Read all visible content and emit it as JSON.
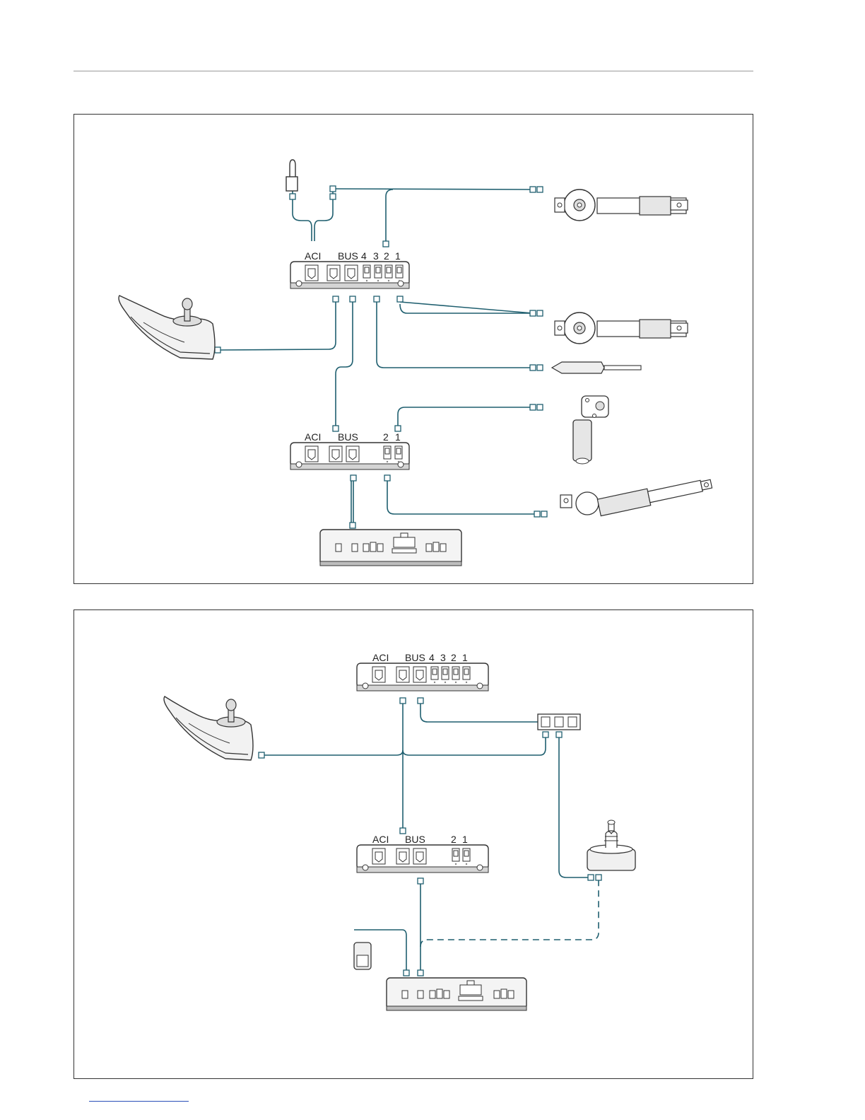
{
  "colors": {
    "cable": "#1f5f6f",
    "outline": "#333333",
    "fill_light": "#e6e6e6",
    "fill_mid": "#c8c8c8",
    "rule": "#9a9a9a",
    "link": "#2a4fb8"
  },
  "diagram_1": {
    "module_a": {
      "aci": "ACI",
      "bus": "BUS",
      "ch4": "4",
      "ch3": "3",
      "ch2": "2",
      "ch1": "1"
    },
    "module_b": {
      "aci": "ACI",
      "bus": "BUS",
      "ch2": "2",
      "ch1": "1"
    }
  },
  "diagram_2": {
    "module_a": {
      "aci": "ACI",
      "bus": "BUS",
      "ch4": "4",
      "ch3": "3",
      "ch2": "2",
      "ch1": "1"
    },
    "module_b": {
      "aci": "ACI",
      "bus": "BUS",
      "ch2": "2",
      "ch1": "1"
    }
  }
}
